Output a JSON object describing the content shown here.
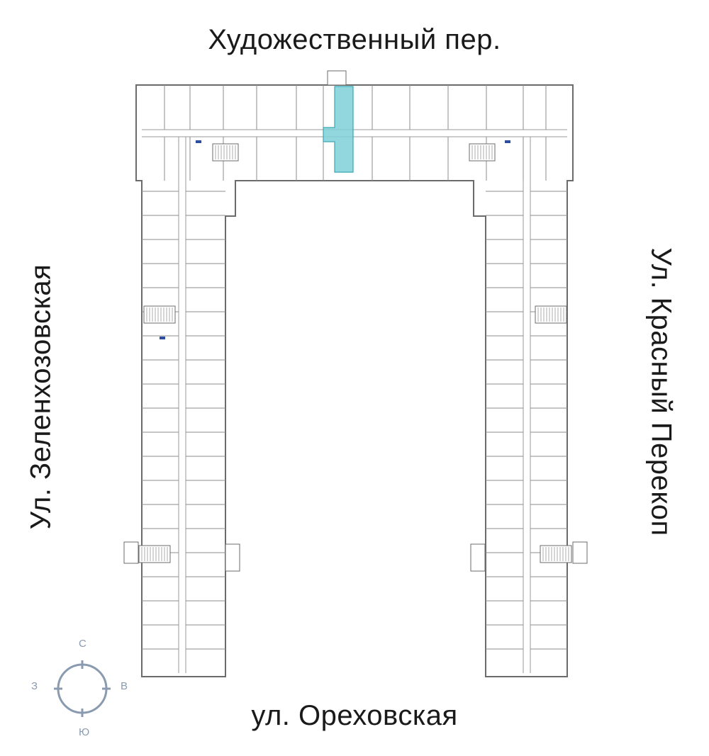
{
  "streets": {
    "north": "Художественный пер.",
    "south": "ул. Ореховская",
    "west": "Ул. Зеленхозовская",
    "east": "Ул. Красный Перекоп"
  },
  "compass": {
    "north": "С",
    "south": "Ю",
    "west": "З",
    "east": "В"
  },
  "colors": {
    "wall": "#6b6b6b",
    "thin_line": "#9a9a9a",
    "highlight_fill": "#7fd0d8",
    "highlight_stroke": "#3aa7b3",
    "compass": "#8a9bb0",
    "stair_accent": "#2b4fa0"
  },
  "highlighted_unit": "selected-apartment"
}
